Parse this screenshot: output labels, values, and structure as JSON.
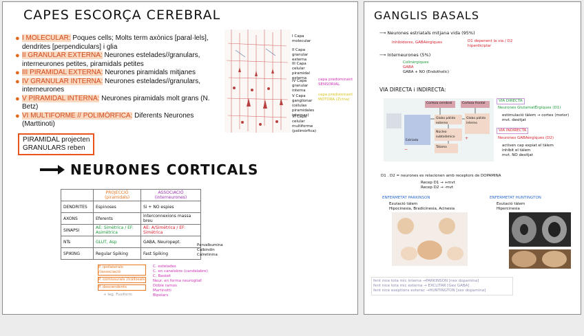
{
  "left": {
    "title": "CAPES ESCORÇA CEREBRAL",
    "layers": [
      {
        "key": "I MOLECULAR:",
        "text": " Poques cells; Molts term axònics [paral·lels], dendrites [perpendiculars] i glia"
      },
      {
        "key": "II GRANULAR EXTERNA:",
        "text": " Neurones estelades//granulars, interneurones petites, piramidals petites"
      },
      {
        "key": "III PIRAMIDAL EXTERNA:",
        "text": "  Neurones piramidals mitjanes"
      },
      {
        "key": "IV GRANULAR INTERNA:",
        "text": " Neurones estelades//granulars, interneurones"
      },
      {
        "key": "V PIRAMIDAL INTERNA:",
        "text": " Neurones piramidals molt grans (N. Betz)"
      },
      {
        "key": "VI MULTIFORME // POLIMÒRFICA:",
        "text": " Diferents Neurones (Marttinoti)"
      }
    ],
    "box_line1": "PIRAMIDAL projecten",
    "box_line2": "GRANULARS reben",
    "figure_labels": [
      {
        "num": "I",
        "text": "Capa molecular"
      },
      {
        "num": "II",
        "text": "Capa granular externa"
      },
      {
        "num": "III",
        "text": "Capa celular piramidal externa"
      },
      {
        "num": "IV",
        "text": "Capa granular interna"
      },
      {
        "num": "V",
        "text": "Capa ganglionar (células piramidales internas)"
      },
      {
        "num": "VI",
        "text": "Capa celular multiforme (polimórfica)"
      }
    ],
    "sensorial_note": "capa predominant SENSORIAL",
    "motora_note": "capa predominant MOTORA (Zcina)",
    "corticals_title": "NEURONES CORTICALS",
    "table": {
      "headers": [
        "",
        "PROJECCIÓ (piramidals)",
        "ASSOCIACIÓ (interneurones)"
      ],
      "rows": [
        [
          "DENDRITES",
          "Espinoses",
          "Si + NO espies"
        ],
        [
          "AXONS",
          "Eferents",
          "Interconnexions massa breu"
        ],
        [
          "SINAPSI",
          "AE: Simètrica / EF: Asimètrica",
          "AE: A/Simètrica / EF: Simètrica"
        ],
        [
          "NTs",
          "GLUT, Asp",
          "GABA, Neuropept."
        ],
        [
          "SPIKING",
          "Regular Spiking",
          "Fast Spiking"
        ]
      ],
      "nts_side": [
        "Parvalbumina",
        "Calbindin",
        "Calretinina"
      ]
    },
    "proj_subtypes": [
      "P. ipsilaterals //associació",
      "P. comissurals //callosals",
      "P. descendents"
    ],
    "assoc_subtypes": [
      "C. estelades",
      "C. en canelobre (candelabre)",
      "C. Basket",
      "Neur. en forma neurogliaf.",
      "Doble ramos",
      "Martinotti",
      "Bipolars"
    ],
    "footnote": "+ leg. Fusiform"
  },
  "right": {
    "title": "GANGLIS BASALS",
    "n1": "Neurones estriatals mitjana vida (95%)",
    "n1_sub": "Inhibidores, GABAèrgiques",
    "n1_d": "D1 depenent la via / D2 hiperdiciplar",
    "n2": "Interneurones (5%)",
    "n2_items": [
      "Colinèrgiques",
      "GABA",
      "GABA + NO (Endothelic)"
    ],
    "vias_title": "VIA DIRECTA i INDIRECTA:",
    "via_directa": "VIA DIRECTA",
    "vd_text": "Neurones GlutamatÈrgiques (D1)",
    "vd_sub": [
      "estimulació tàlem → cortex (motor)",
      "mvt. desitjat"
    ],
    "via_indirecta": "VIA INDIRECTA",
    "vi_text": "Neurones GABAèrgiques (D2)",
    "vi_sub": [
      "activen cap expiat el tàlem",
      "inhibit el tàlem",
      "mvt. NO desitjat"
    ],
    "diagram_boxes": [
      "Corteza cerebral",
      "Corteza frontal",
      "Estriado",
      "Globo pálido externo",
      "Núcleo subtalámico",
      "Globo pálido interno",
      "Tálamo"
    ],
    "d1d2": "D1 . D2 = neurones es relacionen amb receptors de DOPAMINA",
    "recep1": "Recep D1 → +mvt",
    "recep2": "Recep D2 → -mvt",
    "parkinson_title": "ENFERMETAT PARKINSON",
    "parkinson_sub": [
      "Exutació tàlem",
      "Hipocinesia, Bradicinesia, Acinesia"
    ],
    "huntington_title": "ENFERMETAT HUNTINGTON",
    "huntington_sub": [
      "Exutació tàlem",
      "Hipercinesia"
    ],
    "bottom_lines": [
      "fent nice tota mic interna →PARKINSON [nex dopamina]",
      "fent nice tota mic externa → EXCLITAR [Gex GABA]",
      "fent nice exeptions exterac →HUNTINGTON [sex dopamina]"
    ]
  }
}
